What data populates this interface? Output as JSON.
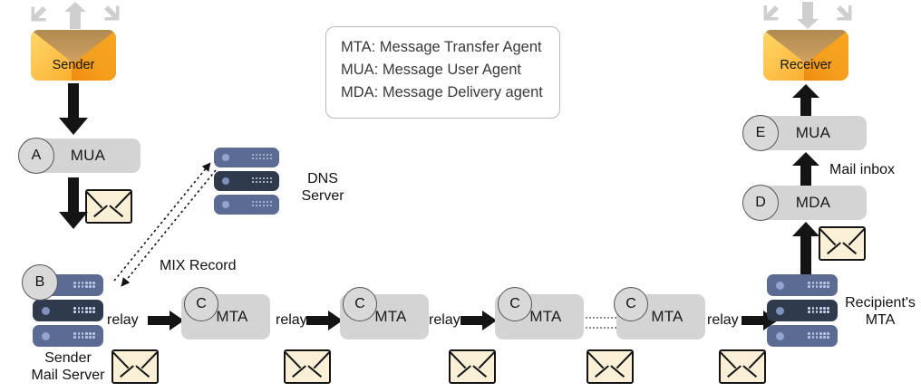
{
  "legend": {
    "lines": [
      "MTA: Message Transfer Agent",
      "MUA: Message User Agent",
      "MDA: Message Delivery agent"
    ]
  },
  "sender": {
    "envelope_label": "Sender",
    "mail_server_label_line1": "Sender",
    "mail_server_label_line2": "Mail Server",
    "step_b": "B"
  },
  "receiver": {
    "envelope_label": "Receiver",
    "mail_inbox_label": "Mail inbox",
    "recipient_mta_line1": "Recipient's",
    "recipient_mta_line2": "MTA"
  },
  "dns": {
    "label_line1": "DNS",
    "label_line2": "Server",
    "record_label": "MIX Record"
  },
  "nodes": {
    "mua_sender": {
      "step": "A",
      "label": "MUA"
    },
    "mua_receiver": {
      "step": "E",
      "label": "MUA"
    },
    "mda_receiver": {
      "step": "D",
      "label": "MDA"
    },
    "mta_chain": [
      {
        "step": "C",
        "label": "MTA"
      },
      {
        "step": "C",
        "label": "MTA"
      },
      {
        "step": "C",
        "label": "MTA"
      },
      {
        "step": "C",
        "label": "MTA"
      }
    ]
  },
  "relays": [
    "relay",
    "relay",
    "relay",
    "relay",
    "relay"
  ],
  "colors": {
    "pill_gray": "#d4d4d4",
    "server_light": "#5c6b93",
    "server_dark": "#2f3b4d",
    "envelope_cream": "#faf0d7",
    "envelope_orange": "#f5a623",
    "envelope_flap": "#c79a5c",
    "motion_arrow_gray": "#cfcfcf",
    "arrow_black": "#141414"
  }
}
